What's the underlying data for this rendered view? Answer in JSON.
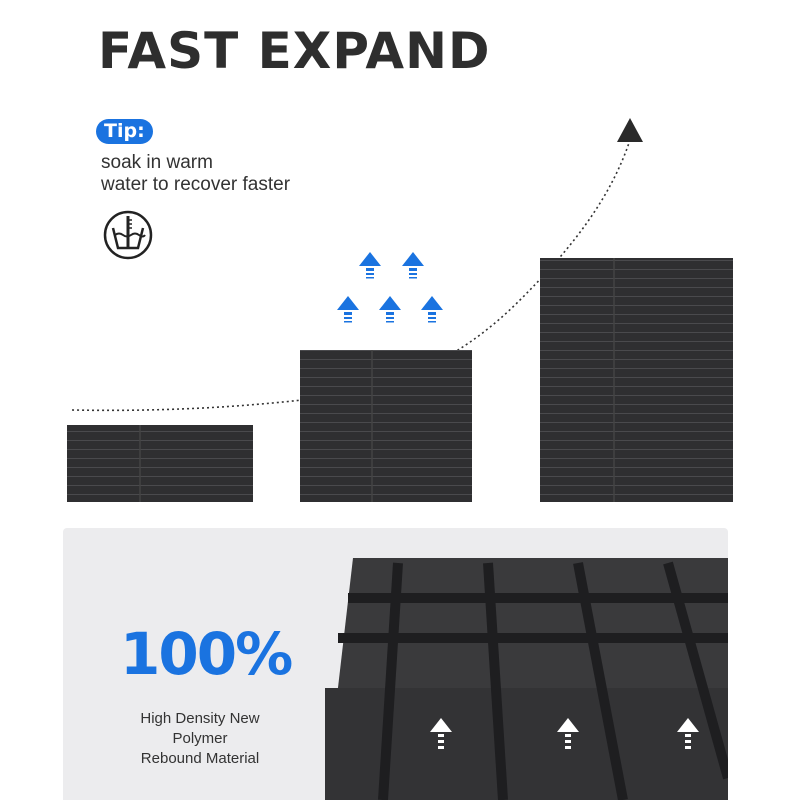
{
  "header": {
    "title": "FAST EXPAND"
  },
  "tip": {
    "badge": "Tip:",
    "line1": "soak in warm",
    "line2": "water to recover faster",
    "icon": "hand-wash-warm-water-icon"
  },
  "feature": {
    "percent": "100%",
    "line1": "High Density New",
    "line2": "Polymer",
    "line3": "Rebound Material"
  },
  "colors": {
    "accent": "#1a73e0",
    "foam": "#2f2f31",
    "panel": "#ececee"
  }
}
